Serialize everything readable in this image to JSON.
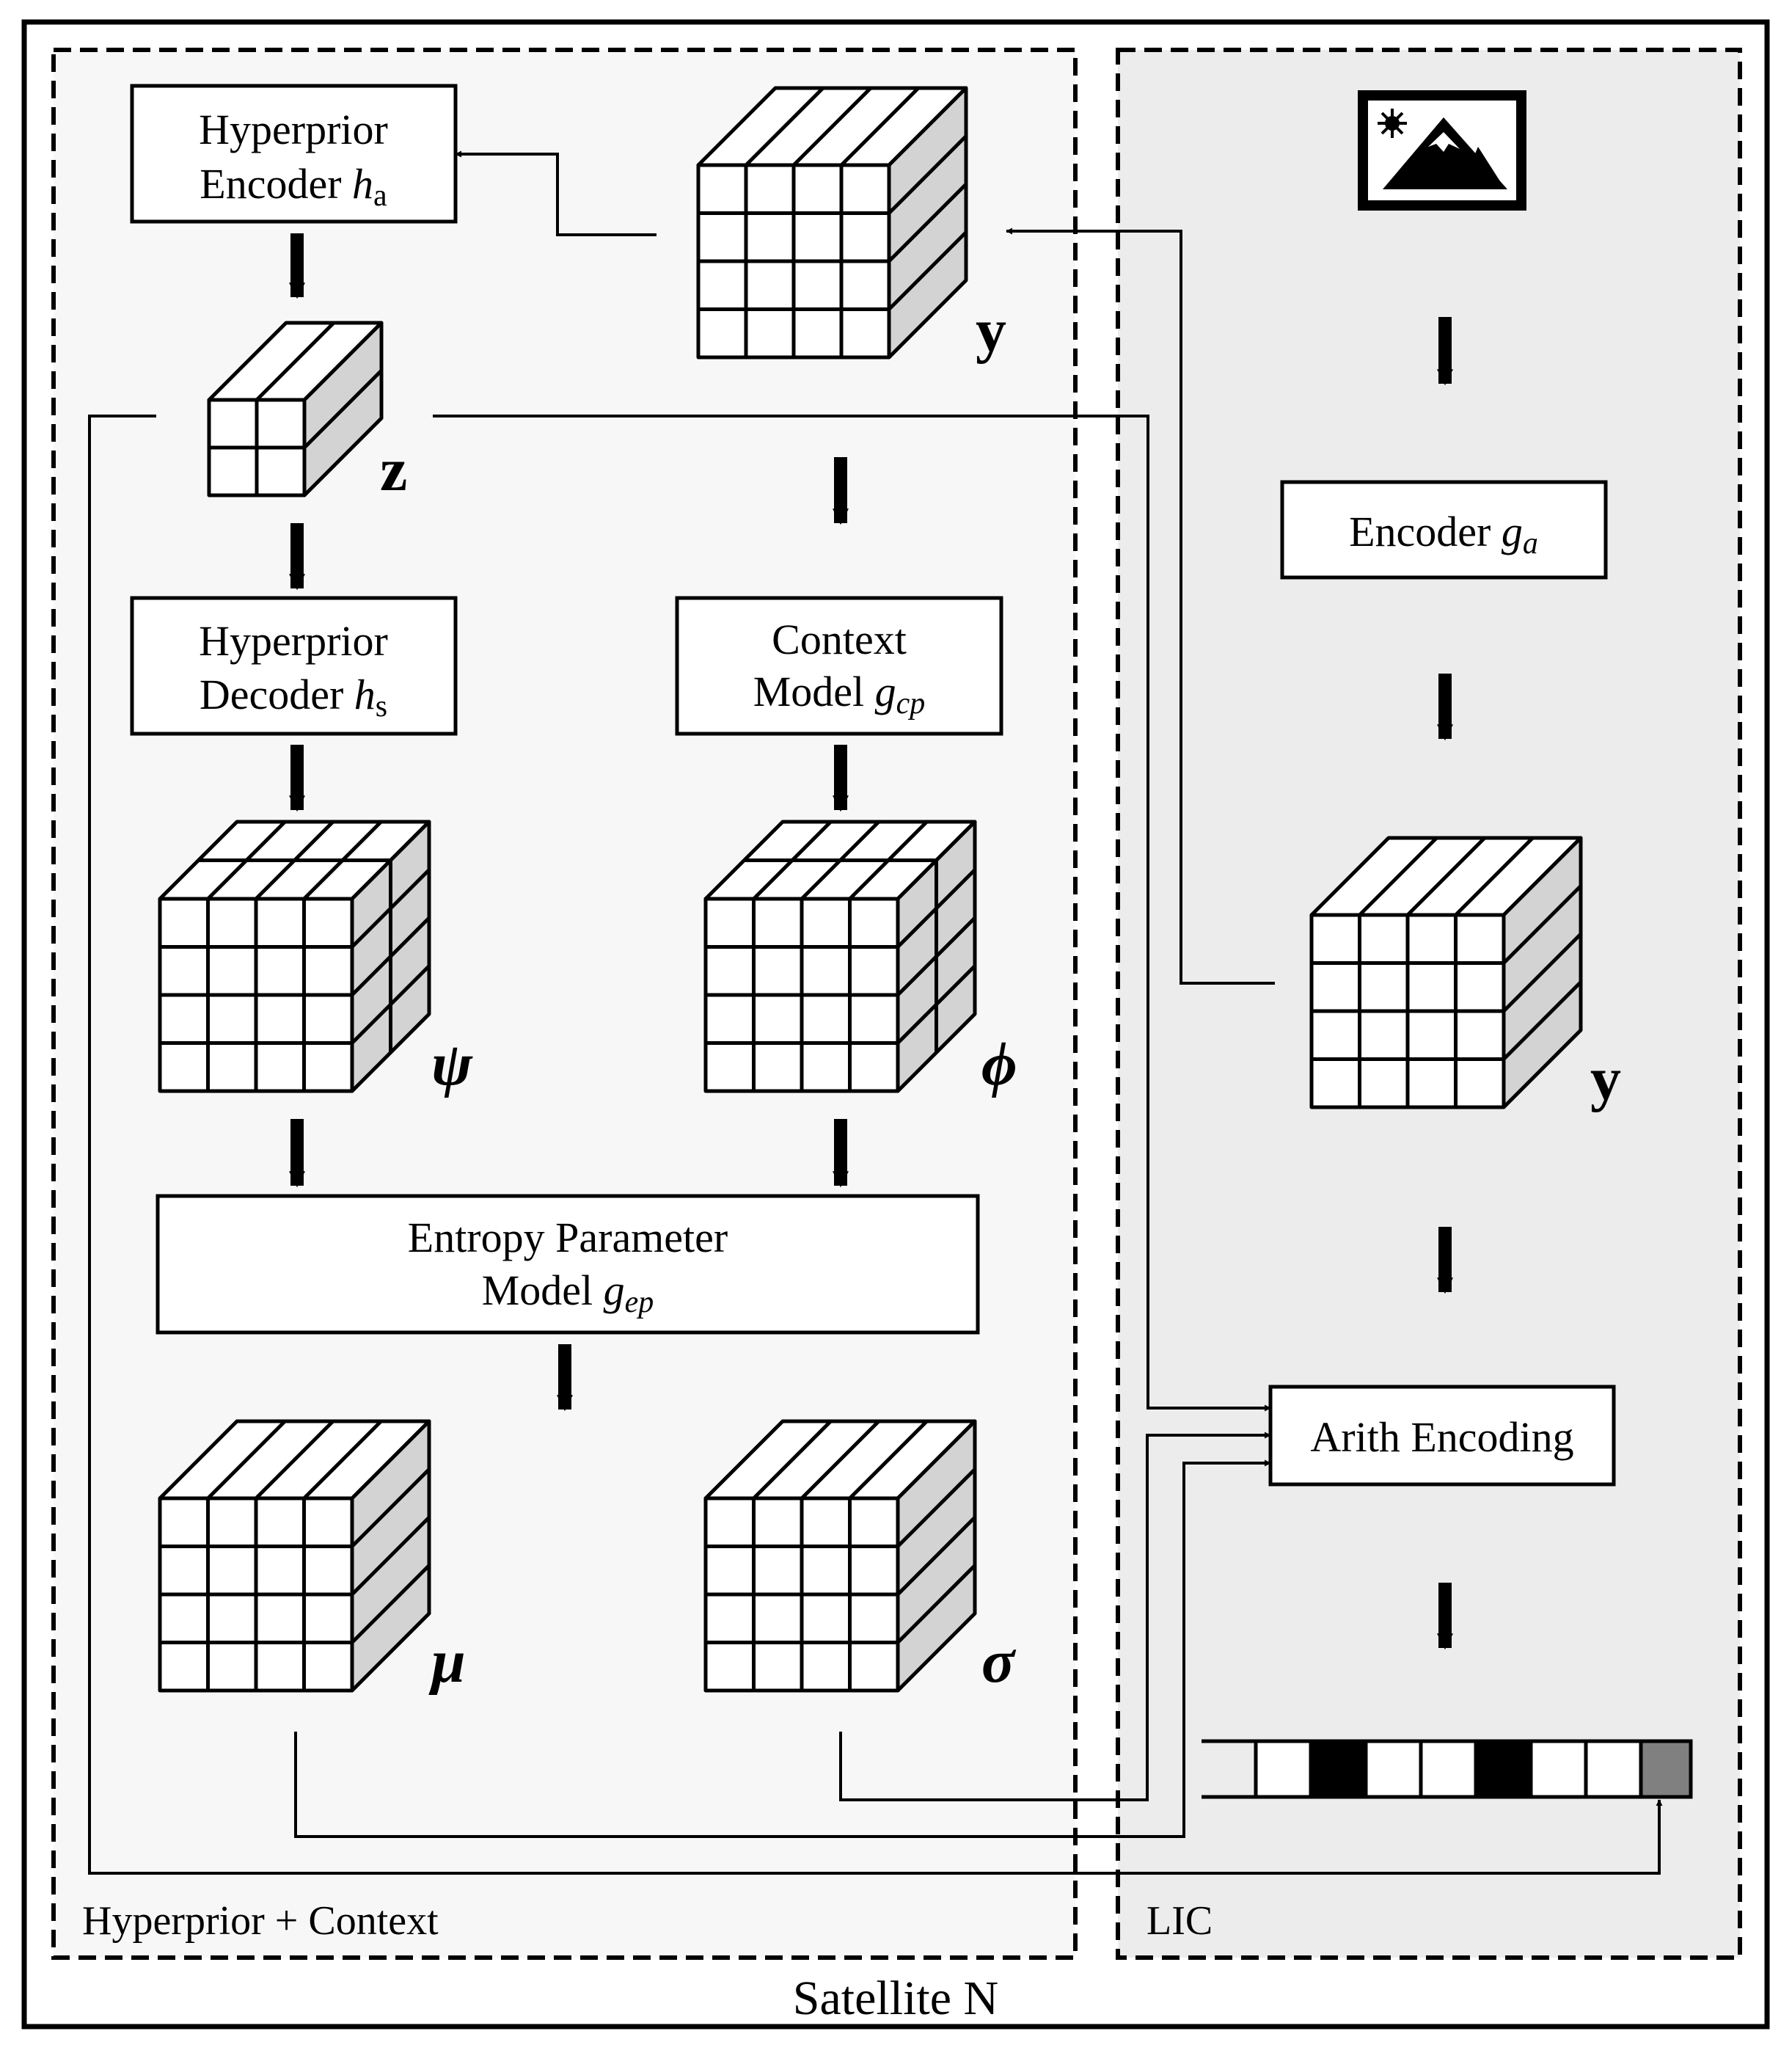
{
  "frame": {
    "title": "Satellite N"
  },
  "regions": {
    "left": {
      "label": "Hyperprior + Context"
    },
    "right": {
      "label": "LIC"
    }
  },
  "boxes": {
    "hyper_encoder": {
      "line1": "Hyperprior",
      "line2": "Encoder ",
      "sym": "h",
      "sub": "a"
    },
    "hyper_decoder": {
      "line1": "Hyperprior",
      "line2": "Decoder ",
      "sym": "h",
      "sub": "s"
    },
    "context_model": {
      "line1": "Context",
      "line2": "Model ",
      "sym": "g",
      "sub": "cp"
    },
    "entropy_param": {
      "line1": "Entropy Parameter",
      "line2": "Model ",
      "sym": "g",
      "sub": "ep"
    },
    "encoder": {
      "line1": "Encoder ",
      "sym": "g",
      "sub": "a"
    },
    "arith": {
      "line1": "Arith Encoding"
    }
  },
  "tensors": {
    "y_left": "y",
    "z": "z",
    "psi": "ψ",
    "phi": "ϕ",
    "mu": "μ",
    "sigma": "σ",
    "y_right": "y"
  },
  "icons": {
    "input_image": "image-icon",
    "bitstream": "bitstream"
  },
  "colors": {
    "left_region_fill": "#f7f7f7",
    "right_region_fill": "#ececec",
    "cube_side": "#d3d3d3",
    "bit_black": "#000000",
    "bit_gray": "#808080"
  }
}
